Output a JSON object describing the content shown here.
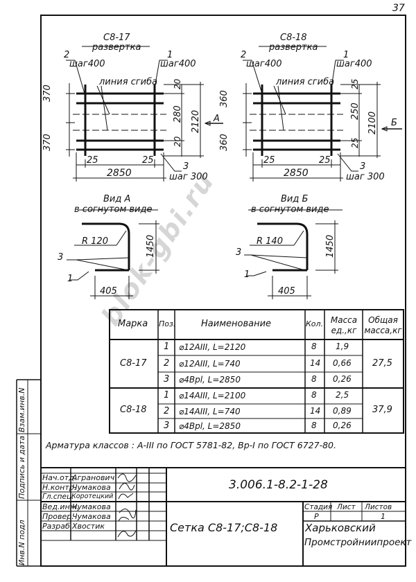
{
  "page_number": "37",
  "watermark": "blok-gbi.ru",
  "drawings": {
    "left": {
      "title": "С8-17",
      "subtitle": "развертка",
      "pos2": "2",
      "pos2_step": "шаг400",
      "pos1": "1",
      "pos1_step": "шаг400",
      "bend_label": "линия сгиба",
      "dim_left_top": "370",
      "dim_left_bottom": "370",
      "dim_right_top": "20",
      "dim_right_mid": "280",
      "dim_right_bot": "20",
      "dim_total": "2120",
      "view_letter": "А",
      "dim_bottom_left": "25",
      "dim_bottom_right": "25",
      "dim_width": "2850",
      "pos3": "3",
      "pos3_step": "шаг 300"
    },
    "right": {
      "title": "С8-18",
      "subtitle": "развертка",
      "pos2": "2",
      "pos2_step": "шаг400",
      "pos1": "1",
      "pos1_step": "шаг400",
      "bend_label": "линия сгиба",
      "dim_left_top": "360",
      "dim_left_bottom": "360",
      "dim_right_top": "25",
      "dim_right_mid": "250",
      "dim_right_bot": "25",
      "dim_total": "2100",
      "view_letter": "Б",
      "dim_bottom_left": "25",
      "dim_bottom_right": "25",
      "dim_width": "2850",
      "pos3": "3",
      "pos3_step": "шаг 300"
    }
  },
  "views": {
    "a": {
      "title": "Вид А",
      "subtitle": "в согнутом виде",
      "radius": "R 120",
      "height": "1450",
      "width": "405",
      "pos3": "3",
      "pos1": "1"
    },
    "b": {
      "title": "Вид Б",
      "subtitle": "в согнутом виде",
      "radius": "R 140",
      "height": "1450",
      "width": "405",
      "pos3": "3",
      "pos1": "1"
    }
  },
  "spec_table": {
    "headers": [
      "Марка",
      "Поз.",
      "Наименование",
      "Кол.",
      "Масса ед.,кг",
      "Общая масса,кг"
    ],
    "groups": [
      {
        "mark": "С8-17",
        "total": "27,5",
        "rows": [
          {
            "pos": "1",
            "name": "⌀12АIII, L=2120",
            "qty": "8",
            "mass": "1,9"
          },
          {
            "pos": "2",
            "name": "⌀12АIII, L=740",
            "qty": "14",
            "mass": "0,66"
          },
          {
            "pos": "3",
            "name": "⌀4Врl, L=2850",
            "qty": "8",
            "mass": "0,26"
          }
        ]
      },
      {
        "mark": "С8-18",
        "total": "37,9",
        "rows": [
          {
            "pos": "1",
            "name": "⌀14АIII, L=2100",
            "qty": "8",
            "mass": "2,5"
          },
          {
            "pos": "2",
            "name": "⌀14АIII, L=740",
            "qty": "14",
            "mass": "0,89"
          },
          {
            "pos": "3",
            "name": "⌀4Врl, L=2850",
            "qty": "8",
            "mass": "0,26"
          }
        ]
      }
    ]
  },
  "note": "Арматура классов : А-III по ГОСТ 5781-82, Вр-I по ГОСТ 6727-80.",
  "side_labels": [
    "Инв.N подл",
    "Подпись и дата",
    "Взам.инв.N"
  ],
  "title_block": {
    "code": "3.006.1-8.2-1-28",
    "drawing_name": "Сетка С8-17;С8-18",
    "org_line1": "Харьковский",
    "org_line2": "Промстройниипроект",
    "stage_label": "Стадия",
    "sheet_label": "Лист",
    "sheets_label": "Листов",
    "stage": "Р",
    "sheets": "1",
    "people": [
      {
        "role": "Нач.отд.",
        "name": "Агранович"
      },
      {
        "role": "Н.контр.",
        "name": "Чумакова"
      },
      {
        "role": "Гл.спец.",
        "name": "Коротецкий"
      },
      {
        "role": "Вед.инж.",
        "name": "Чумакова"
      },
      {
        "role": "Провер.",
        "name": "Чумакова"
      },
      {
        "role": "Разраб.",
        "name": "Хвостик"
      }
    ]
  }
}
